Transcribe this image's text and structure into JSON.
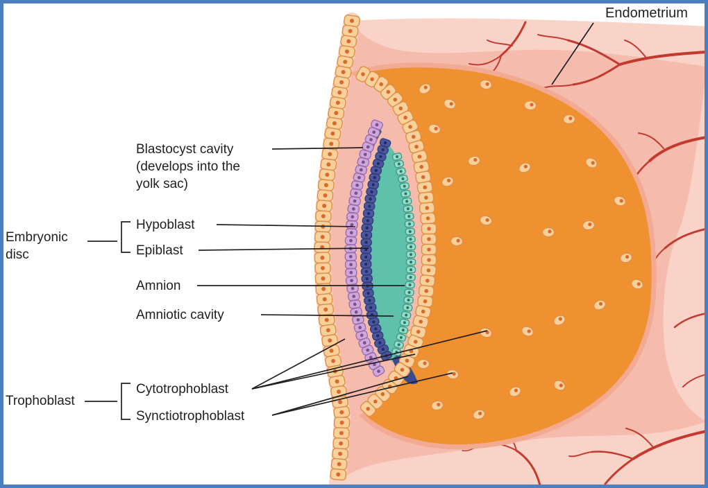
{
  "figure": {
    "title": "Implantation diagram",
    "labels": {
      "endometrium": "Endometrium",
      "blastocyst_cavity": "Blastocyst cavity (develops into the yolk sac)",
      "embryonic_disc": "Embryonic disc",
      "hypoblast": "Hypoblast",
      "epiblast": "Epiblast",
      "amnion": "Amnion",
      "amniotic_cavity": "Amniotic cavity",
      "trophoblast": "Trophoblast",
      "cytotrophoblast": "Cytotrophoblast",
      "synctiotrophoblast": "Synctiotrophoblast"
    },
    "colors": {
      "border": "#4d7ebf",
      "endometrium_base": "#f5bcae",
      "endometrium_light": "#f9d2c8",
      "orange_halo": "#f2ab92",
      "syncytiotrophoblast": "#ef9130",
      "trophoblast_cell": "#f8d09c",
      "trophoblast_cell_outline": "#dd8f45",
      "cell_nucleus": "#d96a2a",
      "hypoblast_cell": "#cfa8da",
      "hypoblast_outline": "#9c6cae",
      "hypoblast_nucleus": "#7d4f93",
      "epiblast_cell": "#4a569e",
      "epiblast_outline": "#323d7a",
      "epiblast_nucleus": "#222c63",
      "amnion_cell": "#9adbc9",
      "amnion_outline": "#3e9c8a",
      "amnion_nucleus": "#1f7a68",
      "amniotic_cavity": "#5fc0ab",
      "blastocyst_cavity": "#2e6a6a",
      "vessel": "#c23a30",
      "label_line": "#231f20"
    }
  }
}
